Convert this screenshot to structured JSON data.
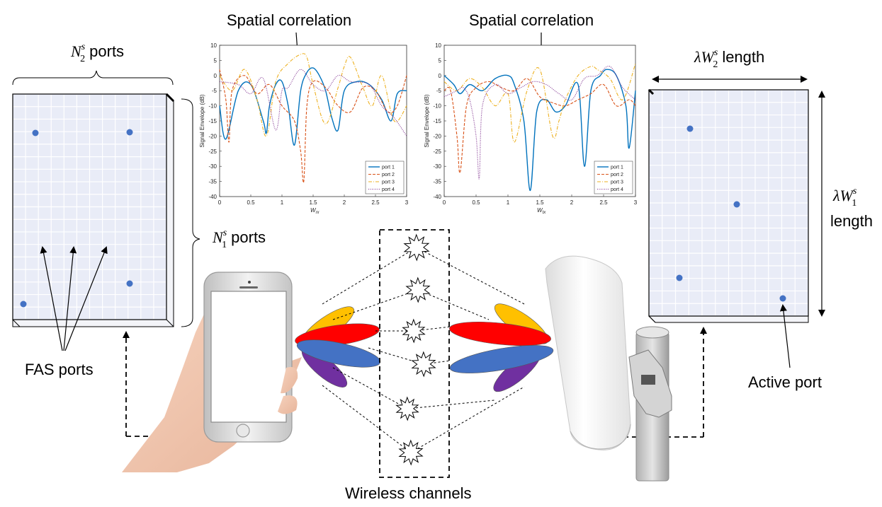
{
  "labels": {
    "n2_ports_symbol": "N",
    "n2_ports_sup": "s",
    "n2_ports_sub": "2",
    "n2_ports_text": "ports",
    "n1_ports_symbol": "N",
    "n1_ports_sup": "s",
    "n1_ports_sub": "1",
    "n1_ports_text": "ports",
    "spatial_correlation_left": "Spatial correlation",
    "spatial_correlation_right": "Spatial correlation",
    "lambda": "λ",
    "w2_symbol": "W",
    "w2_sup": "s",
    "w2_sub": "2",
    "w2_text": "length",
    "w1_symbol": "W",
    "w1_sup": "s",
    "w1_sub": "1",
    "w1_text": "length",
    "fas_ports": "FAS ports",
    "active_port": "Active port",
    "wireless_channels": "Wireless channels"
  },
  "colors": {
    "grid_bg": "#e9ecf7",
    "port_dot": "#4472c4",
    "lobe_yellow": "#ffc000",
    "lobe_red": "#ff0000",
    "lobe_blue": "#4472c4",
    "lobe_purple": "#7030a0",
    "port1": "#0072bd",
    "port2": "#d95319",
    "port3": "#edb120",
    "port4": "#7e2f8e"
  },
  "chart_data": [
    {
      "type": "line",
      "xlabel": "W_rx",
      "ylabel": "Signal Envelope (dB)",
      "xlim": [
        0,
        3
      ],
      "ylim": [
        -40,
        10
      ],
      "xticks": [
        "0",
        "0.5",
        "1",
        "1.5",
        "2",
        "2.5",
        "3"
      ],
      "yticks": [
        "10",
        "5",
        "0",
        "-5",
        "-10",
        "-15",
        "-20",
        "-25",
        "-30",
        "-35",
        "-40"
      ],
      "legend_position": "bottom-right",
      "series": [
        {
          "name": "port 1",
          "x": [
            0,
            0.1,
            0.3,
            0.5,
            0.7,
            0.75,
            0.8,
            0.9,
            1.0,
            1.1,
            1.2,
            1.3,
            1.4,
            1.5,
            1.6,
            1.7,
            1.8,
            1.9,
            2.0,
            2.2,
            2.4,
            2.6,
            2.75,
            2.85,
            3.0
          ],
          "y": [
            -10,
            -21,
            -5,
            -3,
            -15,
            -19,
            -10,
            -3,
            -2,
            -10,
            -23,
            -5,
            1,
            2.5,
            0,
            -5,
            -14,
            -18,
            -5,
            -2,
            -3,
            -8,
            -15,
            -6,
            -5
          ]
        },
        {
          "name": "port 2",
          "x": [
            0,
            0.1,
            0.15,
            0.2,
            0.4,
            0.6,
            0.8,
            1.0,
            1.2,
            1.3,
            1.35,
            1.4,
            1.5,
            1.7,
            1.9,
            2.1,
            2.3,
            2.5,
            2.7,
            2.85,
            3.0
          ],
          "y": [
            2,
            -8,
            -22,
            -5,
            0,
            -6,
            -3,
            -10,
            -15,
            -25,
            -35,
            -10,
            -2,
            -4,
            -10,
            -12,
            -4,
            -5,
            -12,
            -10,
            0
          ]
        },
        {
          "name": "port 3",
          "x": [
            0,
            0.2,
            0.4,
            0.6,
            0.75,
            0.9,
            1.1,
            1.3,
            1.4,
            1.5,
            1.7,
            1.9,
            2.0,
            2.1,
            2.3,
            2.45,
            2.6,
            2.8,
            3.0
          ],
          "y": [
            0,
            -5,
            2,
            -8,
            -20,
            -2,
            4,
            7,
            6,
            -3,
            -16,
            -4,
            3,
            6,
            -4,
            -10,
            0,
            -15,
            -10
          ]
        },
        {
          "name": "port 4",
          "x": [
            0,
            0.3,
            0.5,
            0.7,
            0.9,
            1.0,
            1.1,
            1.3,
            1.5,
            1.7,
            1.9,
            2.1,
            2.4,
            2.6,
            2.8,
            3.0
          ],
          "y": [
            -2,
            -3,
            -6,
            -1,
            -18,
            -5,
            -4,
            2,
            -3,
            -5,
            0,
            -2,
            -3,
            -10,
            -14,
            -20
          ]
        }
      ]
    },
    {
      "type": "line",
      "xlabel": "W_tx",
      "ylabel": "Signal Envelope (dB)",
      "xlim": [
        0,
        3
      ],
      "ylim": [
        -40,
        10
      ],
      "xticks": [
        "0",
        "0.5",
        "1",
        "1.5",
        "2",
        "2.5",
        "3"
      ],
      "yticks": [
        "10",
        "5",
        "0",
        "-5",
        "-10",
        "-15",
        "-20",
        "-25",
        "-30",
        "-35",
        "-40"
      ],
      "legend_position": "bottom-right",
      "series": [
        {
          "name": "port 1",
          "x": [
            0,
            0.15,
            0.25,
            0.4,
            0.6,
            0.8,
            1.0,
            1.1,
            1.25,
            1.35,
            1.45,
            1.6,
            1.75,
            1.9,
            2.1,
            2.2,
            2.3,
            2.45,
            2.55,
            2.7,
            2.85,
            2.9,
            3.0
          ],
          "y": [
            0,
            -3,
            -6,
            -3,
            -5,
            -1,
            0,
            -3,
            -15,
            -38,
            -12,
            -8,
            -12,
            -10,
            -3,
            -30,
            -5,
            0,
            2,
            0,
            -10,
            -24,
            -5
          ]
        },
        {
          "name": "port 2",
          "x": [
            0,
            0.1,
            0.2,
            0.25,
            0.35,
            0.5,
            0.7,
            0.9,
            1.1,
            1.3,
            1.5,
            1.7,
            1.9,
            2.1,
            2.3,
            2.5,
            2.7,
            2.9,
            3.0
          ],
          "y": [
            -5,
            -5,
            -20,
            -32,
            -10,
            -4,
            -2,
            -4,
            -5,
            -1,
            -7,
            -9,
            -10,
            -8,
            -6,
            -3,
            -10,
            -8,
            -10
          ]
        },
        {
          "name": "port 3",
          "x": [
            0,
            0.2,
            0.4,
            0.6,
            0.8,
            1.0,
            1.1,
            1.3,
            1.5,
            1.7,
            1.8,
            1.9,
            2.1,
            2.3,
            2.4,
            2.6,
            2.8,
            3.0
          ],
          "y": [
            -2,
            -5,
            -1,
            -4,
            -10,
            -6,
            -22,
            -5,
            2,
            -20,
            -15,
            -8,
            0,
            3,
            2,
            -1,
            -8,
            4
          ]
        },
        {
          "name": "port 4",
          "x": [
            0,
            0.2,
            0.3,
            0.4,
            0.5,
            0.55,
            0.6,
            0.8,
            1.0,
            1.2,
            1.4,
            1.6,
            1.8,
            2.0,
            2.2,
            2.4,
            2.6,
            2.8,
            3.0
          ],
          "y": [
            -7,
            -5,
            -4,
            -8,
            -20,
            -34,
            -10,
            -3,
            -6,
            -4,
            -2,
            -3,
            -6,
            -8,
            -1,
            0,
            3,
            -4,
            -8
          ]
        }
      ]
    }
  ]
}
